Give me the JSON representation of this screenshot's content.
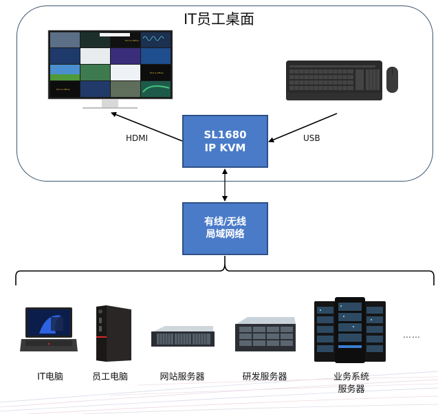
{
  "desk": {
    "title": "IT员工桌面"
  },
  "kvm": {
    "line1": "SL1680",
    "line2": "IP KVM"
  },
  "network": {
    "line1": "有线/无线",
    "line2": "局域网络"
  },
  "connections": {
    "hdmi": "HDMI",
    "usb": "USB"
  },
  "devices": [
    {
      "label": "IT电脑",
      "icon": "laptop-icon"
    },
    {
      "label": "员工电脑",
      "icon": "mini-pc-icon"
    },
    {
      "label": "网站服务器",
      "icon": "rack-server-2u-icon"
    },
    {
      "label": "研发服务器",
      "icon": "rack-server-4u-icon"
    },
    {
      "label_line1": "业务系统",
      "label_line2": "服务器",
      "icon": "server-cabinet-icon"
    }
  ],
  "more": "……",
  "colors": {
    "box_fill": "#4a7bc8",
    "box_border": "#2d4f86",
    "frame_border": "#3b556f"
  }
}
